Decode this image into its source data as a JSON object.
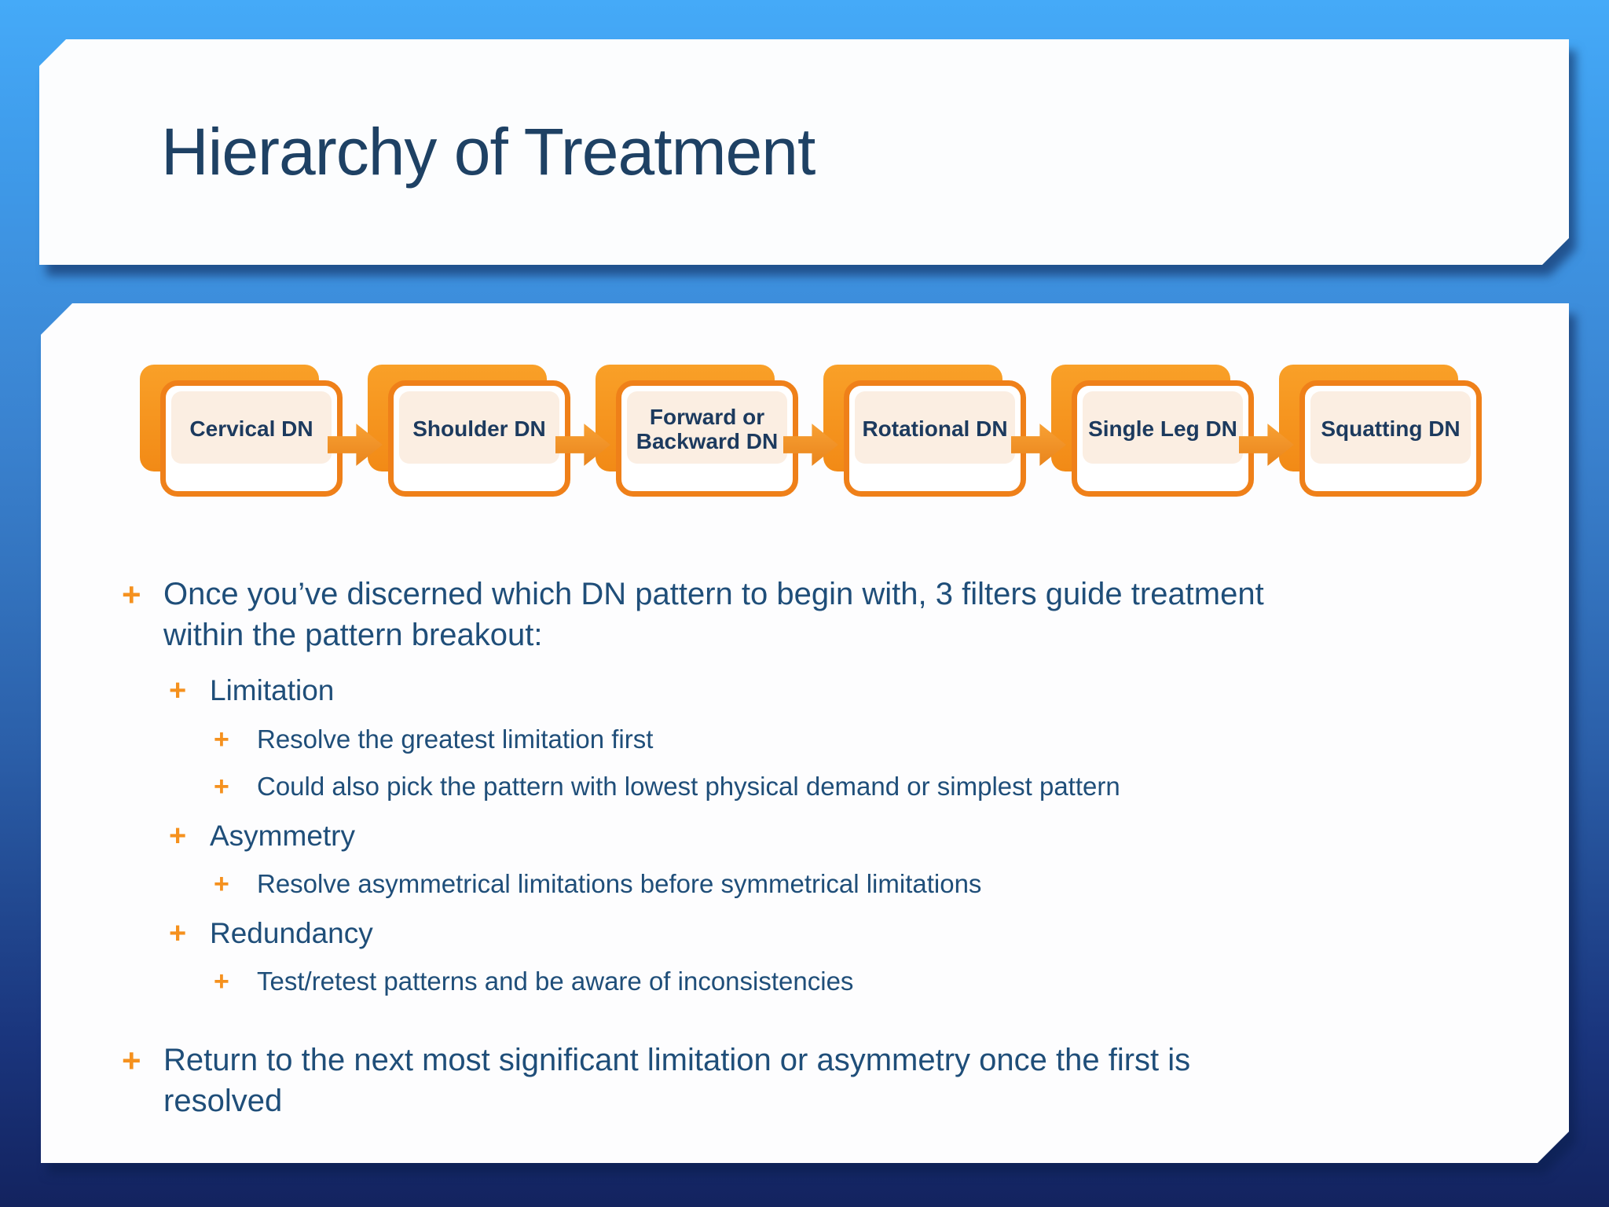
{
  "slide": {
    "title": "Hierarchy of Treatment",
    "bullet_glyph": "+",
    "colors": {
      "accent_orange": "#F7941E",
      "box_border_orange": "#EF8019",
      "peach_fill": "#FBEEE2",
      "text_navy": "#1F4E79",
      "title_navy": "#1E4164",
      "panel_white": "#FDFDFE",
      "background_top_blue": "#45AAF8",
      "background_bottom_navy": "#13235F"
    },
    "flow": {
      "steps": [
        {
          "label": "Cervical DN"
        },
        {
          "label": "Shoulder DN"
        },
        {
          "label": "Forward or Backward DN"
        },
        {
          "label": "Rotational DN"
        },
        {
          "label": "Single Leg DN"
        },
        {
          "label": "Squatting DN"
        }
      ]
    },
    "bullets": [
      {
        "level": 1,
        "text": "Once you’ve discerned which DN pattern to begin with, 3 filters guide treatment within the pattern breakout:"
      },
      {
        "level": 2,
        "text": "Limitation"
      },
      {
        "level": 3,
        "text": "Resolve the greatest limitation first"
      },
      {
        "level": 3,
        "text": "Could also pick the pattern with lowest physical demand or simplest pattern"
      },
      {
        "level": 2,
        "text": "Asymmetry"
      },
      {
        "level": 3,
        "text": "Resolve asymmetrical limitations before symmetrical limitations"
      },
      {
        "level": 2,
        "text": "Redundancy"
      },
      {
        "level": 3,
        "text": "Test/retest patterns and be aware of inconsistencies"
      },
      {
        "level": 1,
        "text": "Return to the next most significant limitation or asymmetry once the first is resolved"
      }
    ]
  }
}
